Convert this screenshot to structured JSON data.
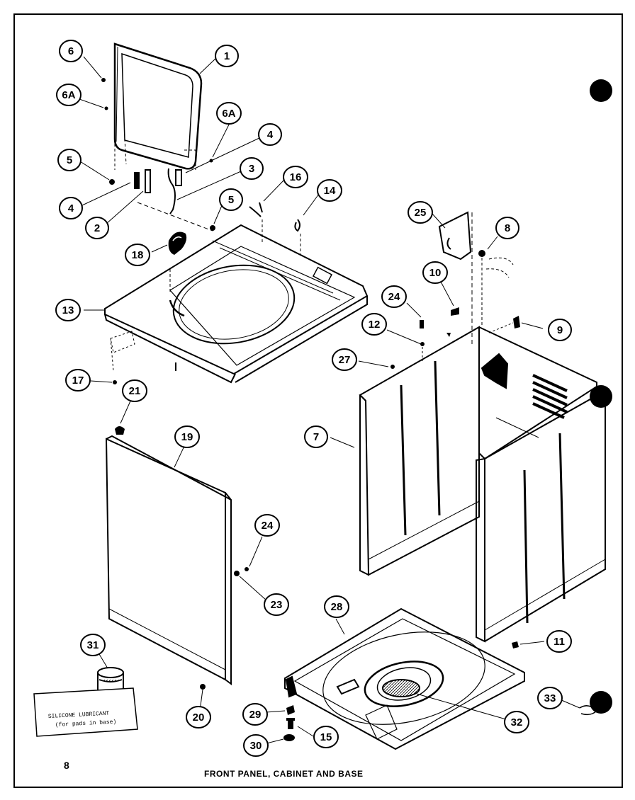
{
  "page": {
    "number": "8",
    "caption": "FRONT PANEL, CABINET AND BASE"
  },
  "note_box": {
    "line1": "SILICONE LUBRICANT",
    "line2": "(for pads in base)"
  },
  "callouts": [
    "1",
    "6",
    "6A",
    "6A",
    "4",
    "5",
    "3",
    "16",
    "14",
    "4",
    "2",
    "5",
    "18",
    "13",
    "17",
    "21",
    "19",
    "24",
    "23",
    "25",
    "8",
    "10",
    "24",
    "12",
    "9",
    "27",
    "7",
    "28",
    "11",
    "31",
    "20",
    "29",
    "30",
    "15",
    "32",
    "33"
  ],
  "colors": {
    "ink": "#000000",
    "paper": "#ffffff"
  }
}
